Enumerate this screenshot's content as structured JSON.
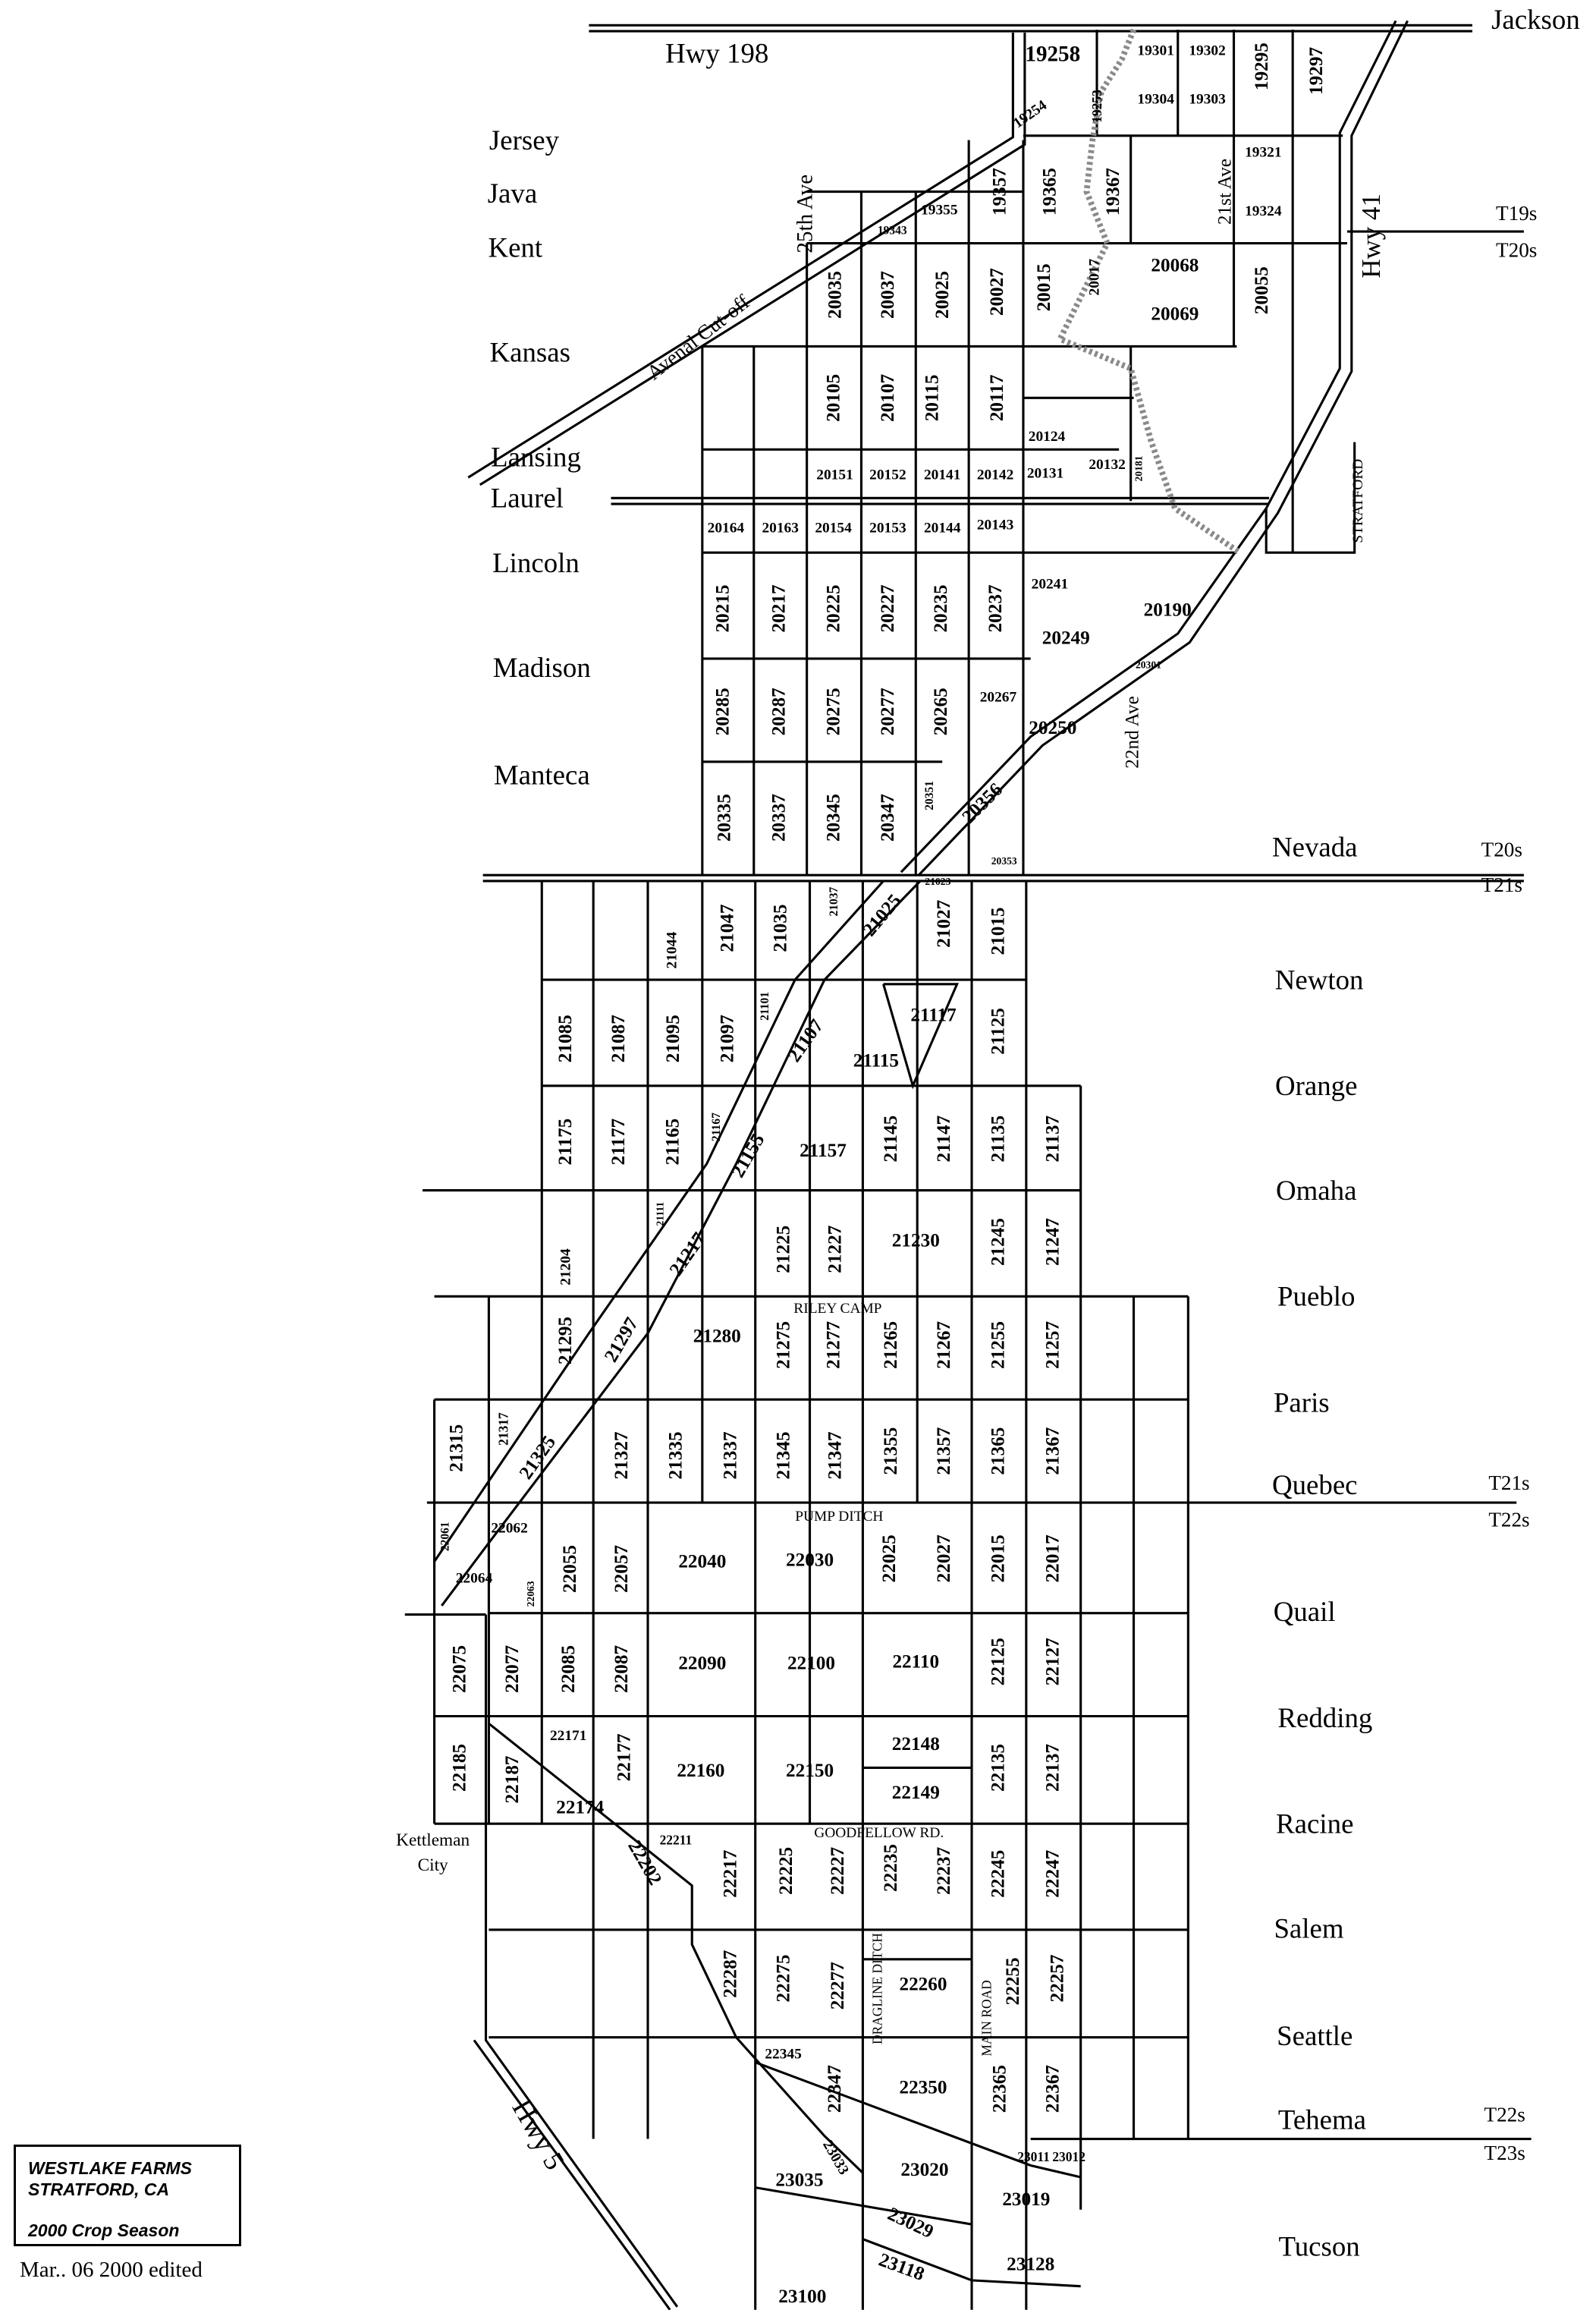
{
  "title_block": {
    "company": "WESTLAKE FARMS",
    "location": "STRATFORD, CA",
    "season": "2000 Crop Season",
    "edited_note": "Mar.. 06  2000 edited"
  },
  "highways": {
    "hwy198": "Hwy 198",
    "jackson": "Jackson",
    "avenal": "Avenal Cut-off",
    "ave25": "25th Ave",
    "hwy41": "Hwy 41",
    "ave21": "21st Ave",
    "stratford": "STRATFORD",
    "ave22": "22nd Ave",
    "hwy5": "Hwy 5",
    "kettleman1": "Kettleman",
    "kettleman2": "City",
    "riley": "RILEY CAMP",
    "pump": "PUMP DITCH",
    "goodfellow": "GOODFELLOW RD.",
    "dragline": "DRAGLINE DITCH",
    "mainroad": "MAIN ROAD"
  },
  "roads_left": [
    "Jersey",
    "Java",
    "Kent",
    "Kansas",
    "Lansing",
    "Laurel",
    "Lincoln",
    "Madison",
    "Manteca"
  ],
  "roads_right": [
    "Nevada",
    "Newton",
    "Orange",
    "Omaha",
    "Pueblo",
    "Paris",
    "Quebec",
    "Quail",
    "Redding",
    "Racine",
    "Salem",
    "Seattle",
    "Tehema",
    "Tucson"
  ],
  "townships": [
    "T19s",
    "T20s",
    "T20s",
    "T21s",
    "T21s",
    "T22s",
    "T22s",
    "T23s"
  ],
  "parcels": [
    "19258",
    "19301",
    "19302",
    "19295",
    "19297",
    "19254",
    "19253",
    "19304",
    "19303",
    "19357",
    "19365",
    "19367",
    "19321",
    "19324",
    "19355",
    "19343",
    "20035",
    "20037",
    "20025",
    "20027",
    "20015",
    "20017",
    "20068",
    "20069",
    "20055",
    "20105",
    "20107",
    "20115",
    "20117",
    "20124",
    "20151",
    "20152",
    "20141",
    "20142",
    "20131",
    "20132",
    "20181",
    "20164",
    "20163",
    "20154",
    "20153",
    "20144",
    "20143",
    "20215",
    "20217",
    "20225",
    "20227",
    "20235",
    "20237",
    "20241",
    "20190",
    "20249",
    "20285",
    "20287",
    "20275",
    "20277",
    "20265",
    "20267",
    "20250",
    "20335",
    "20337",
    "20345",
    "20347",
    "20351",
    "20356",
    "20353",
    "20301",
    "21044",
    "21047",
    "21035",
    "21037",
    "21025",
    "21027",
    "21015",
    "21023",
    "21085",
    "21087",
    "21095",
    "21097",
    "21101",
    "21107",
    "21117",
    "21115",
    "21125",
    "21175",
    "21177",
    "21165",
    "21167",
    "21155",
    "21157",
    "21145",
    "21147",
    "21135",
    "21137",
    "21111",
    "21217",
    "21225",
    "21227",
    "21230",
    "21245",
    "21247",
    "21204",
    "21295",
    "21297",
    "21280",
    "21275",
    "21277",
    "21265",
    "21267",
    "21255",
    "21257",
    "21315",
    "21317",
    "21325",
    "21327",
    "21335",
    "21337",
    "21345",
    "21347",
    "21355",
    "21357",
    "21365",
    "21367",
    "22061",
    "22062",
    "22064",
    "22063",
    "22055",
    "22057",
    "22040",
    "22030",
    "22025",
    "22027",
    "22015",
    "22017",
    "22075",
    "22077",
    "22085",
    "22087",
    "22090",
    "22100",
    "22110",
    "22125",
    "22127",
    "22185",
    "22187",
    "22171",
    "22177",
    "22174",
    "22160",
    "22150",
    "22148",
    "22149",
    "22135",
    "22137",
    "22211",
    "22202",
    "22217",
    "22225",
    "22227",
    "22235",
    "22237",
    "22245",
    "22247",
    "22287",
    "22275",
    "22277",
    "22260",
    "22255",
    "22257",
    "22345",
    "22347",
    "22350",
    "22365",
    "22367",
    "23035",
    "23033",
    "23020",
    "23011",
    "23012",
    "23019",
    "23029",
    "23118",
    "23128",
    "23100"
  ],
  "colors": {
    "ink": "#000000",
    "creek": "#8a8a8a",
    "paper": "#ffffff"
  }
}
